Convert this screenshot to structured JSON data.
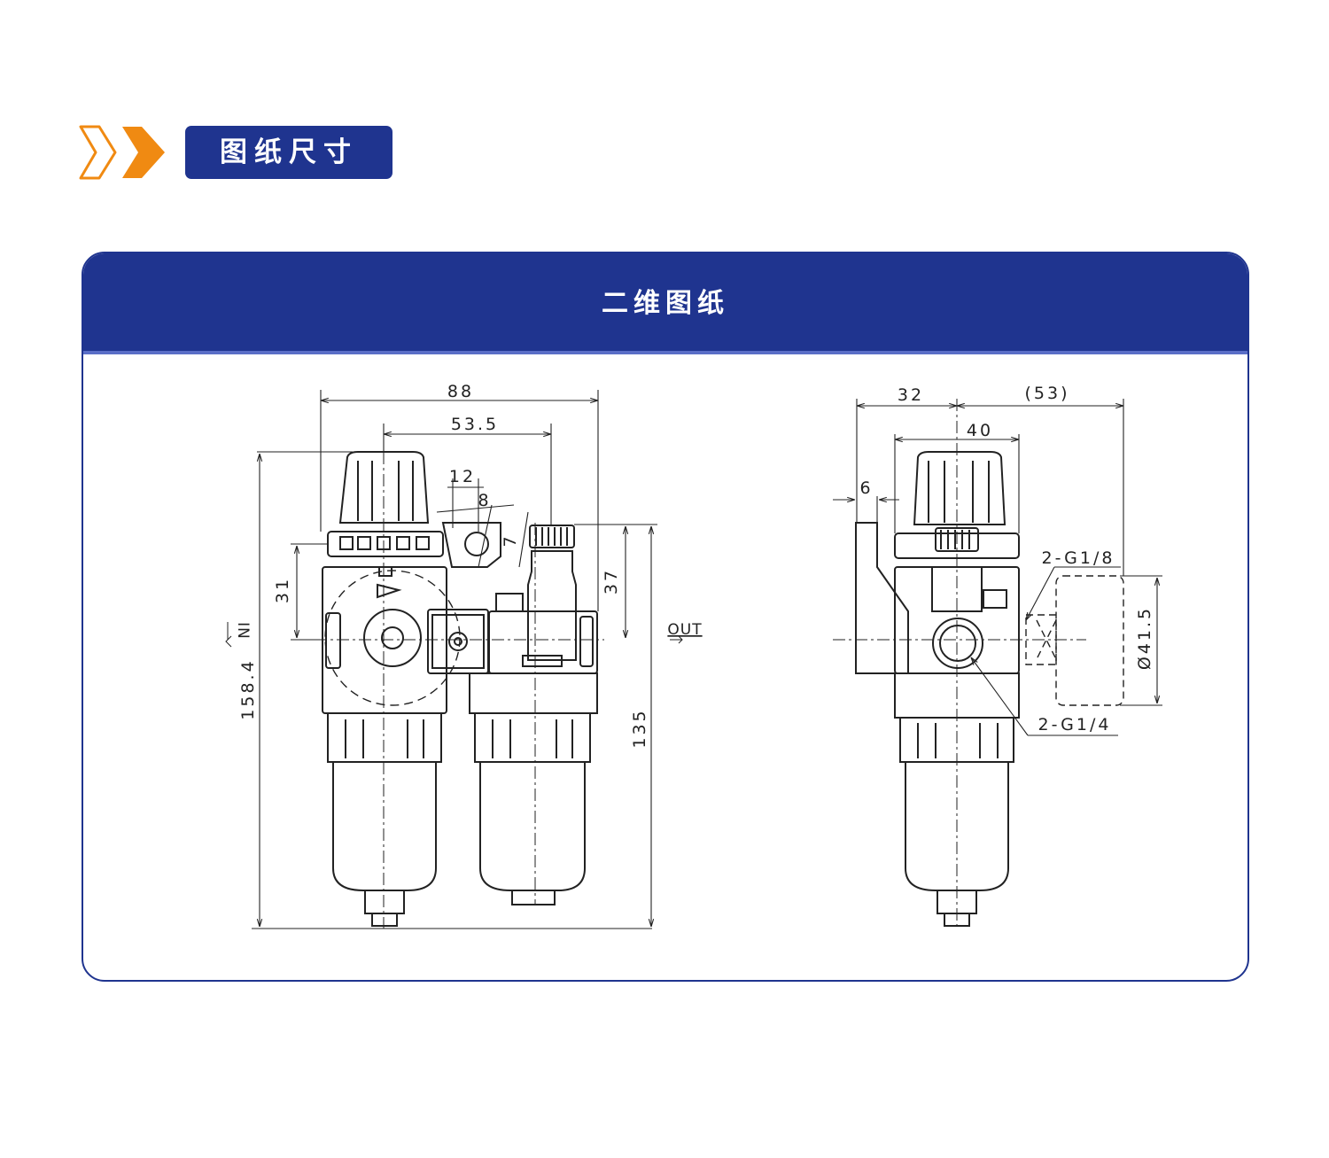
{
  "section_title": "图纸尺寸",
  "panel": {
    "title": "二维图纸"
  },
  "colors": {
    "brand_blue": "#1f348f",
    "accent_orange": "#f08a12"
  },
  "icons": [
    "double-chevron-icon"
  ],
  "front_view": {
    "dims": {
      "overall_width": "88",
      "port_offset": "53.5",
      "bracket_width": "12",
      "bracket_hole": "8",
      "bracket_offset": "7",
      "height_31": "31",
      "height_37": "37",
      "overall_height": "158.4",
      "height_135": "135"
    },
    "labels": {
      "in": "IN",
      "out": "OUT"
    }
  },
  "side_view": {
    "dims": {
      "depth_32": "32",
      "depth_53": "(53)",
      "depth_40": "40",
      "bracket_6": "6",
      "port_g18": "2-G1/8",
      "port_g14": "2-G1/4",
      "diameter": "Ø41.5"
    }
  }
}
